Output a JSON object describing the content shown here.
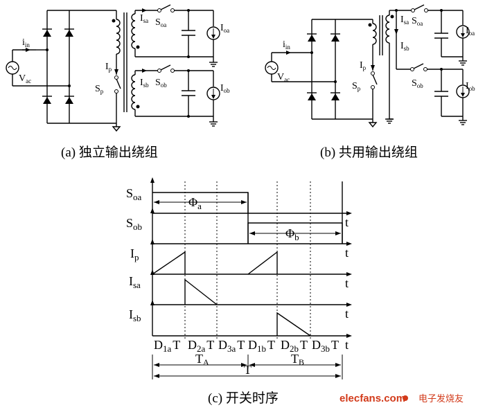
{
  "captions": {
    "a": "(a) 独立输出绕组",
    "b": "(b)  共用输出绕组",
    "c": "(c) 开关时序"
  },
  "circuit_a": {
    "i_in": "i",
    "i_in_sub": "in",
    "v_ac": "V",
    "v_ac_sub": "ac",
    "i_p": "I",
    "i_p_sub": "p",
    "s_p": "S",
    "s_p_sub": "p",
    "i_sa": "I",
    "i_sa_sub": "sa",
    "s_oa": "S",
    "s_oa_sub": "oa",
    "i_oa": "I",
    "i_oa_sub": "oa",
    "i_sb": "I",
    "i_sb_sub": "sb",
    "s_ob": "S",
    "s_ob_sub": "ob",
    "i_ob": "I",
    "i_ob_sub": "ob"
  },
  "circuit_b": {
    "i_in": "i",
    "i_in_sub": "in",
    "v_ac": "V",
    "v_ac_sub": "ac",
    "i_p": "I",
    "i_p_sub": "p",
    "s_p": "S",
    "s_p_sub": "p",
    "i_sa": "I",
    "i_sa_sub": "sa",
    "s_oa": "S",
    "s_oa_sub": "oa",
    "i_sb": "I",
    "i_sb_sub": "sb",
    "s_ob": "S",
    "s_ob_sub": "ob",
    "i_oa": "I",
    "i_oa_sub": "oa",
    "i_ob": "I",
    "i_ob_sub": "ob"
  },
  "timing": {
    "rows": [
      {
        "main": "S",
        "sub": "oa"
      },
      {
        "main": "S",
        "sub": "ob"
      },
      {
        "main": "I",
        "sub": "p"
      },
      {
        "main": "I",
        "sub": "sa"
      },
      {
        "main": "I",
        "sub": "sb"
      }
    ],
    "t_label": "t",
    "phi_a": "Φ",
    "phi_a_sub": "a",
    "phi_b": "Φ",
    "phi_b_sub": "b",
    "intervals": [
      {
        "main": "D",
        "sub": "1a",
        "t": "T"
      },
      {
        "main": "D",
        "sub": "2a",
        "t": "T"
      },
      {
        "main": "D",
        "sub": "3a",
        "t": "T"
      },
      {
        "main": "D",
        "sub": "1b",
        "t": "T"
      },
      {
        "main": "D",
        "sub": "2b",
        "t": "T"
      },
      {
        "main": "D",
        "sub": "3b",
        "t": "T"
      }
    ],
    "t_a": "T",
    "t_a_sub": "A",
    "t_b": "T",
    "t_b_sub": "B",
    "t_total": "T"
  },
  "watermark": {
    "site": "elecfans.com",
    "cn": "电子发烧友"
  }
}
